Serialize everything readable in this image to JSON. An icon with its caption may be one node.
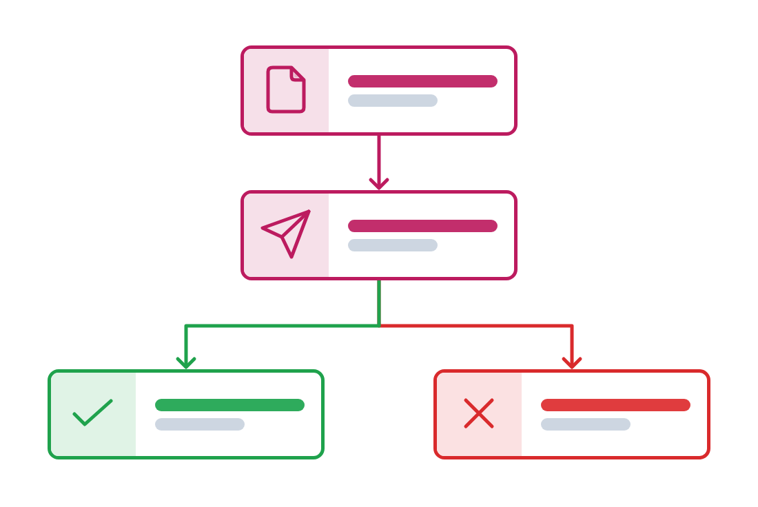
{
  "diagram": {
    "nodes": [
      {
        "text": [],
        "shape": "box"
      },
      {
        "text": [],
        "shape": "box"
      },
      {
        "text": [],
        "shape": "box"
      },
      {
        "text": [],
        "shape": "box"
      }
    ],
    "edges": [
      {
        "from": 0,
        "to": 1,
        "arrow": "to",
        "color": "#bc1b5f"
      },
      {
        "from": 1,
        "to": 2,
        "arrow": "to",
        "color": "#1fa24c"
      },
      {
        "from": 1,
        "to": 3,
        "arrow": "to",
        "color": "#d92a2c"
      }
    ]
  }
}
